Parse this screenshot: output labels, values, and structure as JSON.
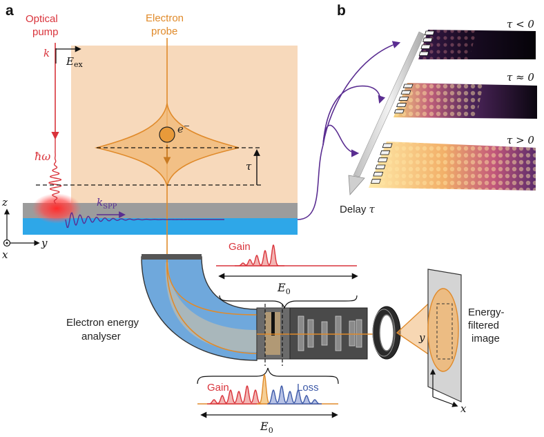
{
  "panel_labels": {
    "a": "a",
    "b": "b"
  },
  "optical_pump": {
    "line1": "Optical",
    "line2": "pump",
    "k": "k",
    "hbar_omega": "ħω"
  },
  "electron_probe": {
    "line1": "Electron",
    "line2": "probe",
    "e_minus": "e",
    "e_minus_sup": "−"
  },
  "field": {
    "E": "E",
    "E_sub": "ex"
  },
  "tau": "τ",
  "kspp": {
    "k": "k",
    "sub": "SPP"
  },
  "axes_left": {
    "z": "z",
    "y": "y",
    "x": "x"
  },
  "delay": {
    "text": "Delay ",
    "tau": "τ"
  },
  "frames": [
    {
      "label": "τ < 0"
    },
    {
      "label": "τ ≈ 0"
    },
    {
      "label": "τ > 0"
    }
  ],
  "top_spectrum": {
    "label": "Gain",
    "energy": "E",
    "energy_sub": "0"
  },
  "bottom_spectrum": {
    "gain": "Gain",
    "loss": "Loss",
    "energy": "E",
    "energy_sub": "0"
  },
  "analyser": {
    "line1": "Electron energy",
    "line2": "analyser"
  },
  "image_label": {
    "line1": "Energy-",
    "line2": "filtered",
    "line3": "image"
  },
  "axes_right": {
    "y": "y",
    "x": "x"
  },
  "colors": {
    "pump_red": "#d9333b",
    "electron_orange": "#e89a3a",
    "beam_fill": "#f7d9bb",
    "substrate_gray": "#9c9c9c",
    "substrate_blue": "#2ea7e8",
    "spp_purple": "#5a2d91",
    "analyser_blue": "#6fa8dc",
    "loss_blue": "#3e5aa8"
  }
}
